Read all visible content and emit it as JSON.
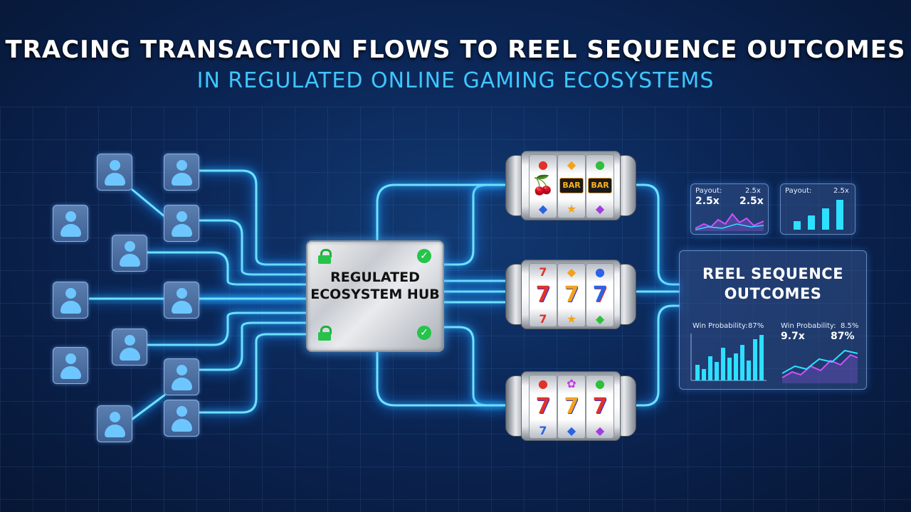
{
  "title": {
    "line1": "TRACING TRANSACTION FLOWS TO REEL SEQUENCE OUTCOMES",
    "line2": "IN REGULATED ONLINE GAMING ECOSYSTEMS"
  },
  "hub": {
    "label": "REGULATED ECOSYSTEM HUB"
  },
  "machines": [
    {
      "reels": [
        "🍒",
        "BAR",
        "BAR"
      ]
    },
    {
      "reels": [
        "7",
        "7",
        "7"
      ]
    },
    {
      "reels": [
        "7",
        "7",
        "7"
      ]
    }
  ],
  "payout_panel_1": {
    "label": "Payout:",
    "right_small": "2.5x",
    "value_left": "2.5x",
    "value_right": "2.5x"
  },
  "payout_panel_2": {
    "label": "Payout:",
    "right_small": "2.5x"
  },
  "outcomes": {
    "title": "REEL SEQUENCE OUTCOMES",
    "left_label": "Win Probability:",
    "left_small": "87%",
    "right_label": "Win Probability:",
    "right_small": "8.5%",
    "right_value_left": "9.7x",
    "right_value_right": "87%"
  },
  "colors": {
    "flow_line": "#6fe0ff",
    "accent_cyan": "#3fc6ff",
    "check_green": "#25c44a"
  },
  "icons": {
    "user": "user-icon",
    "lock": "lock-icon",
    "check": "check-icon"
  }
}
